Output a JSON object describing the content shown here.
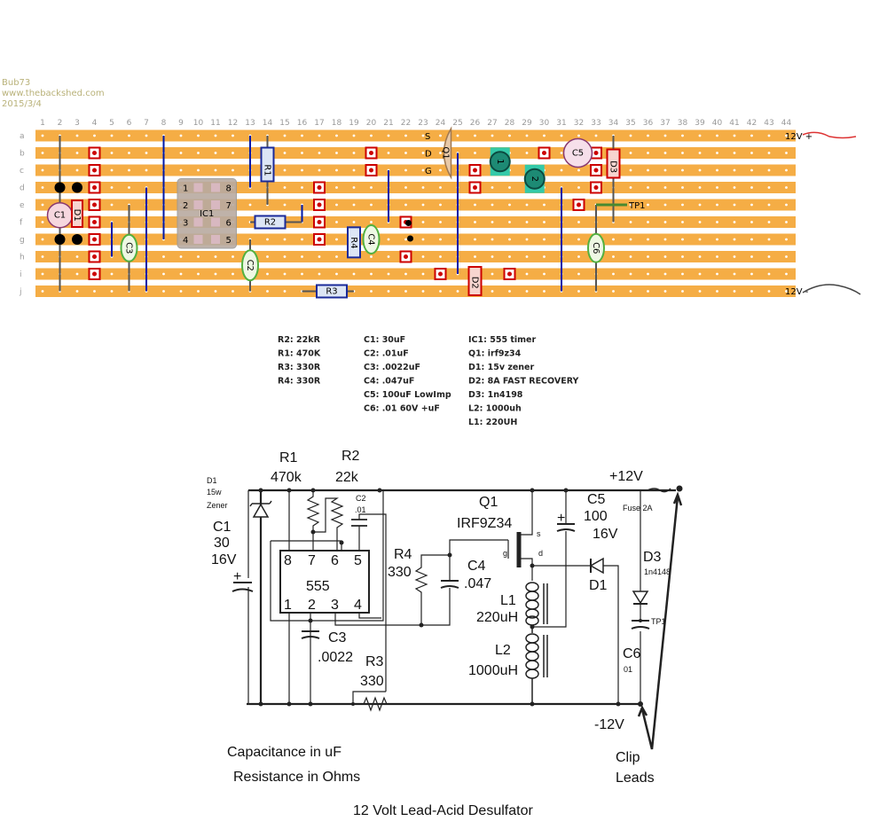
{
  "credits": {
    "author": "Bub73",
    "site": "www.thebackshed.com",
    "date": "2015/3/4"
  },
  "board": {
    "column_labels": [
      "1",
      "2",
      "3",
      "4",
      "5",
      "6",
      "7",
      "8",
      "9",
      "10",
      "11",
      "12",
      "13",
      "14",
      "15",
      "16",
      "17",
      "18",
      "19",
      "20",
      "21",
      "22",
      "23",
      "24",
      "25",
      "26",
      "27",
      "28",
      "29",
      "30",
      "31",
      "32",
      "33",
      "34",
      "35",
      "36",
      "37",
      "38",
      "39",
      "40",
      "41",
      "42",
      "43",
      "44"
    ],
    "row_labels": [
      "a",
      "b",
      "c",
      "d",
      "e",
      "f",
      "g",
      "h",
      "i",
      "j"
    ],
    "strip_color": "#f5ad45",
    "component_labels": {
      "c1": "C1",
      "d1": "D1",
      "ic1": "IC1",
      "r1": "R1",
      "r2": "R2",
      "r3": "R3",
      "r4": "R4",
      "c2": "C2",
      "c3": "C3",
      "c4": "C4",
      "q1": "Q1",
      "c5": "C5",
      "d2": "D2",
      "d3": "D3",
      "c6": "C6",
      "tp1": "TP1",
      "l1": "1",
      "l2": "2"
    },
    "ic_pins": [
      "1",
      "8",
      "2",
      "7",
      "3",
      "6",
      "4",
      "5"
    ],
    "q1_pins": [
      "S",
      "D",
      "G"
    ],
    "pos_rail": "12V +",
    "neg_rail": "12V -"
  },
  "parts_list": {
    "col1": [
      "R2: 22kR",
      "R1: 470K",
      "R3: 330R",
      "R4: 330R"
    ],
    "col2": [
      "C1: 30uF",
      "C2: .01uF",
      "C3: .0022uF",
      "C4: .047uF",
      "C5: 100uF LowImp",
      "C6: .01 60V +uF"
    ],
    "col3": [
      "IC1: 555 timer",
      "Q1: irf9z34",
      "D1: 15v zener",
      "D2: 8A FAST RECOVERY",
      "D3: 1n4198",
      "L2: 1000uh",
      "L1: 220UH"
    ]
  },
  "schematic": {
    "d1": [
      "D1",
      "15w",
      "Zener"
    ],
    "c1": [
      "C1",
      "30",
      "16V"
    ],
    "r1": [
      "R1",
      "470k"
    ],
    "r2": [
      "R2",
      "22k"
    ],
    "c2": [
      "C2",
      ".01"
    ],
    "ic": "555",
    "pins_top": [
      "8",
      "7",
      "6",
      "5"
    ],
    "pins_bottom": [
      "1",
      "2",
      "3",
      "4"
    ],
    "c3": [
      "C3",
      ".0022"
    ],
    "r3": [
      "R3",
      "330"
    ],
    "r4": [
      "R4",
      "330"
    ],
    "c4": [
      "C4",
      ".047"
    ],
    "q1": [
      "Q1",
      "IRF9Z34"
    ],
    "q1_pins": [
      "s",
      "g",
      "d"
    ],
    "l1": [
      "L1",
      "220uH"
    ],
    "l2": [
      "L2",
      "1000uH"
    ],
    "c5": [
      "C5",
      "100",
      "16V"
    ],
    "d1b": "D1",
    "d3": [
      "D3",
      "1n4148"
    ],
    "tp1": "TP1",
    "c6": [
      "C6",
      "01"
    ],
    "pos": "+12V",
    "neg": "-12V",
    "fuse": "Fuse 2A",
    "clip": [
      "Clip",
      "Leads"
    ],
    "notes": [
      "Capacitance in  uF",
      "Resistance in Ohms"
    ],
    "title": "12 Volt Lead-Acid Desulfator"
  }
}
